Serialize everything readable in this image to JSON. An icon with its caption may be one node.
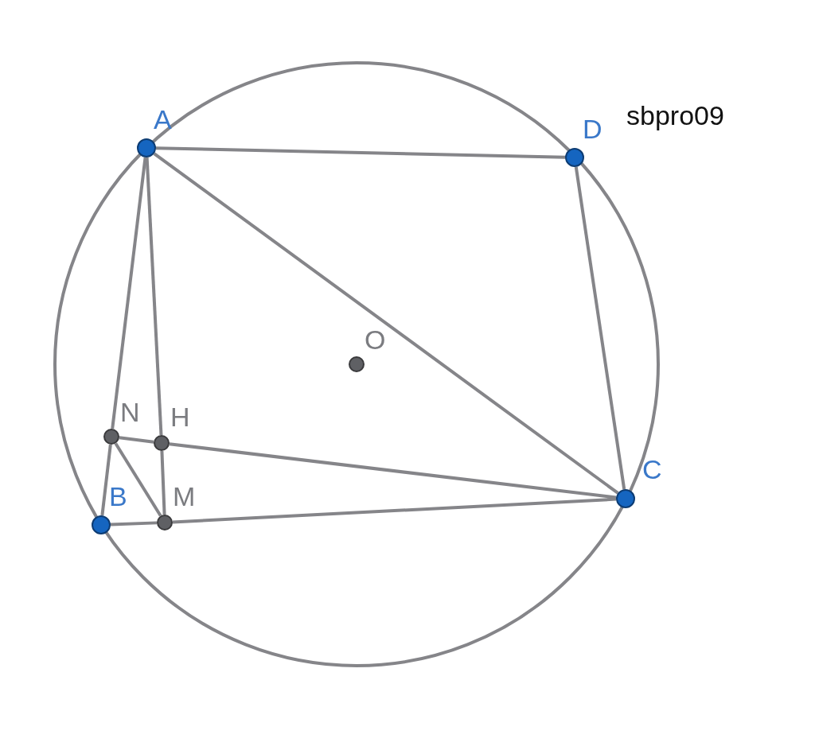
{
  "diagram": {
    "nodes": [
      {
        "text": [],
        "shape": "circle",
        "beside": [
          "A"
        ]
      },
      {
        "text": [],
        "shape": "circle",
        "beside": [
          "D"
        ]
      },
      {
        "text": [],
        "shape": "circle",
        "beside": [
          "O"
        ]
      },
      {
        "text": [],
        "shape": "circle",
        "beside": [
          "N"
        ]
      },
      {
        "text": [],
        "shape": "circle",
        "beside": [
          "H"
        ]
      },
      {
        "text": [],
        "shape": "circle",
        "beside": [
          "C"
        ]
      },
      {
        "text": [],
        "shape": "circle",
        "beside": [
          "B"
        ]
      },
      {
        "text": [],
        "shape": "circle",
        "beside": [
          "M"
        ]
      }
    ],
    "edges": [
      {
        "from": 0,
        "to": 1,
        "arrow": "none"
      },
      {
        "from": 0,
        "to": 3,
        "arrow": "none"
      },
      {
        "from": 0,
        "to": 4,
        "arrow": "none"
      },
      {
        "from": 0,
        "to": 5,
        "arrow": "none"
      },
      {
        "from": 1,
        "to": 5,
        "arrow": "none"
      },
      {
        "from": 3,
        "to": 4,
        "arrow": "none"
      },
      {
        "from": 4,
        "to": 5,
        "arrow": "none"
      },
      {
        "from": 3,
        "to": 6,
        "arrow": "none"
      },
      {
        "from": 3,
        "to": 7,
        "arrow": "none"
      },
      {
        "from": 4,
        "to": 7,
        "arrow": "none"
      },
      {
        "from": 6,
        "to": 7,
        "arrow": "none"
      },
      {
        "from": 7,
        "to": 5,
        "arrow": "none"
      }
    ],
    "labels": [
      "sbpro09"
    ]
  }
}
